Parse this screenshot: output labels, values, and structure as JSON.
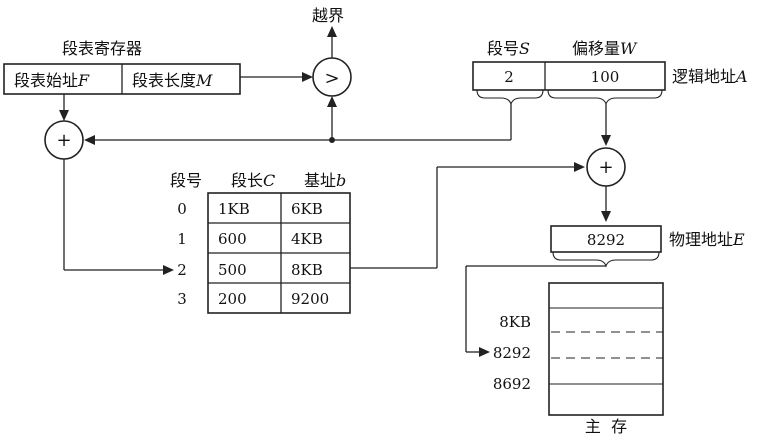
{
  "segment_register": {
    "title": "段表寄存器",
    "start_label": "段表始址",
    "start_var": "F",
    "length_label": "段表长度",
    "length_var": "M"
  },
  "compare": {
    "symbol": ">",
    "out_label": "越界"
  },
  "logical_address": {
    "seg_label": "段号",
    "seg_var": "S",
    "offset_label": "偏移量",
    "offset_var": "W",
    "seg_value": "2",
    "offset_value": "100",
    "name": "逻辑地址",
    "name_var": "A"
  },
  "adders": {
    "symbol": "+"
  },
  "segment_table": {
    "headers": {
      "seg": "段号",
      "len": "段长",
      "len_var": "C",
      "base": "基址",
      "base_var": "b"
    },
    "rows": [
      {
        "seg": "0",
        "len": "1KB",
        "base": "6KB"
      },
      {
        "seg": "1",
        "len": "600",
        "base": "4KB"
      },
      {
        "seg": "2",
        "len": "500",
        "base": "8KB"
      },
      {
        "seg": "3",
        "len": "200",
        "base": "9200"
      }
    ]
  },
  "physical_address": {
    "value": "8292",
    "name": "物理地址",
    "name_var": "E"
  },
  "main_memory": {
    "marks": [
      "8KB",
      "8292",
      "8692"
    ],
    "label": "主  存"
  }
}
